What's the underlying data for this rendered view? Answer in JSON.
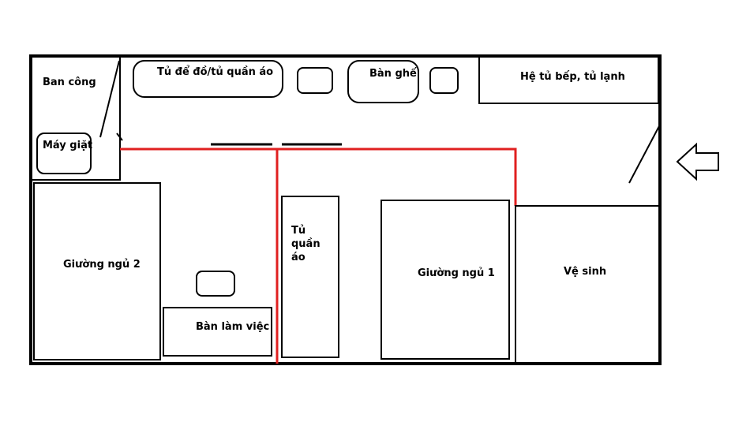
{
  "labels": {
    "balcony": "Ban công",
    "washer": "Máy giặt",
    "wardrobe_top": "Tủ để đồ/tủ quần áo",
    "table_chairs": "Bàn ghế",
    "kitchen": "Hệ tủ bếp, tủ lạnh",
    "bed2": "Giường ngủ 2",
    "desk": "Bàn làm việc",
    "wardrobe_mid": "Tủ quần áo",
    "bed1": "Giường ngủ 1",
    "toilet": "Vệ sinh"
  },
  "colors": {
    "wall": "#000000",
    "partition": "#e02020",
    "background": "#ffffff"
  },
  "icons": {
    "entrance": "arrow-left-icon"
  }
}
